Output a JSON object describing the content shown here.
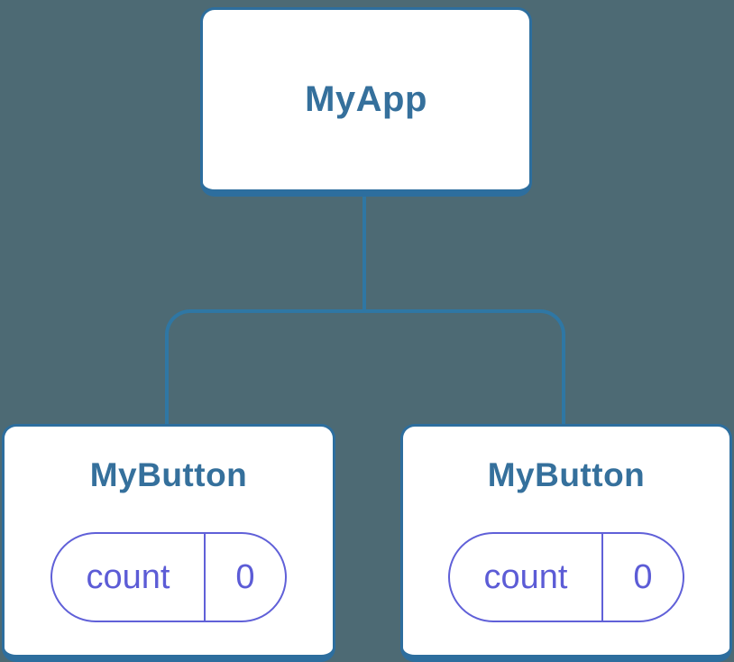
{
  "figure": {
    "type": "component-tree-diagram",
    "colors": {
      "background": "#4d6a74",
      "card_fill": "#ffffff",
      "card_border": "#2d6e9e",
      "connector": "#2f77a4",
      "component_text": "#35709c",
      "state_accent": "#5c5cd6",
      "state_border": "#6060d8"
    },
    "root": {
      "label": "MyApp"
    },
    "children": [
      {
        "label": "MyButton",
        "state": {
          "key": "count",
          "value": "0"
        }
      },
      {
        "label": "MyButton",
        "state": {
          "key": "count",
          "value": "0"
        }
      }
    ]
  }
}
